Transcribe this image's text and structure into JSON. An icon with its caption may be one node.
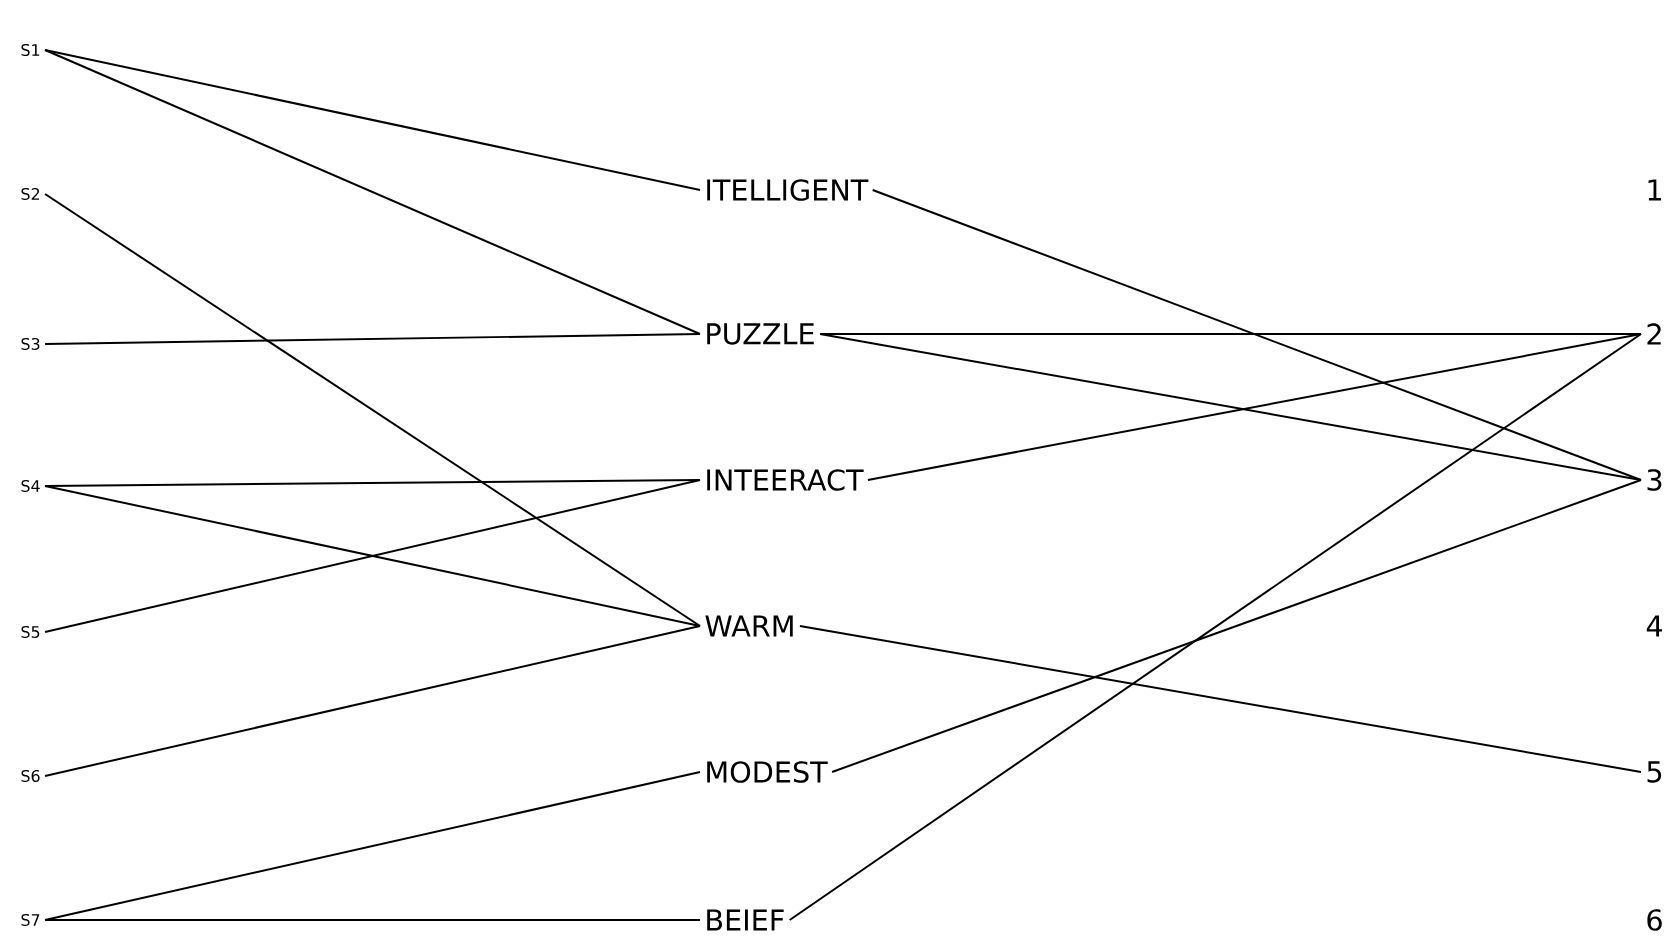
{
  "diagram": {
    "nodes": [
      {
        "text": [
          "S1"
        ]
      },
      {
        "text": [
          "S2"
        ]
      },
      {
        "text": [
          "S3"
        ]
      },
      {
        "text": [
          "S4"
        ]
      },
      {
        "text": [
          "S5"
        ]
      },
      {
        "text": [
          "S6"
        ]
      },
      {
        "text": [
          "S7"
        ]
      },
      {
        "text": [
          "ITELLIGENT"
        ]
      },
      {
        "text": [
          "PUZZLE"
        ]
      },
      {
        "text": [
          "INTEERACT"
        ]
      },
      {
        "text": [
          "WARM"
        ]
      },
      {
        "text": [
          "MODEST"
        ]
      },
      {
        "text": [
          "BEIEF"
        ]
      },
      {
        "text": [
          "1"
        ]
      },
      {
        "text": [
          "2"
        ]
      },
      {
        "text": [
          "3"
        ]
      },
      {
        "text": [
          "4"
        ]
      },
      {
        "text": [
          "5"
        ]
      },
      {
        "text": [
          "6"
        ]
      }
    ],
    "edges": [
      {
        "from": 0,
        "to": 7,
        "arrow": "none"
      },
      {
        "from": 0,
        "to": 8,
        "arrow": "none"
      },
      {
        "from": 1,
        "to": 10,
        "arrow": "none"
      },
      {
        "from": 2,
        "to": 8,
        "arrow": "none"
      },
      {
        "from": 3,
        "to": 9,
        "arrow": "none"
      },
      {
        "from": 3,
        "to": 10,
        "arrow": "none"
      },
      {
        "from": 4,
        "to": 9,
        "arrow": "none"
      },
      {
        "from": 5,
        "to": 10,
        "arrow": "none"
      },
      {
        "from": 6,
        "to": 11,
        "arrow": "none"
      },
      {
        "from": 6,
        "to": 12,
        "arrow": "none"
      },
      {
        "from": 7,
        "to": 15,
        "arrow": "none"
      },
      {
        "from": 8,
        "to": 14,
        "arrow": "none"
      },
      {
        "from": 8,
        "to": 15,
        "arrow": "none"
      },
      {
        "from": 9,
        "to": 14,
        "arrow": "none"
      },
      {
        "from": 10,
        "to": 17,
        "arrow": "none"
      },
      {
        "from": 11,
        "to": 15,
        "arrow": "none"
      },
      {
        "from": 12,
        "to": 14,
        "arrow": "none"
      }
    ]
  }
}
